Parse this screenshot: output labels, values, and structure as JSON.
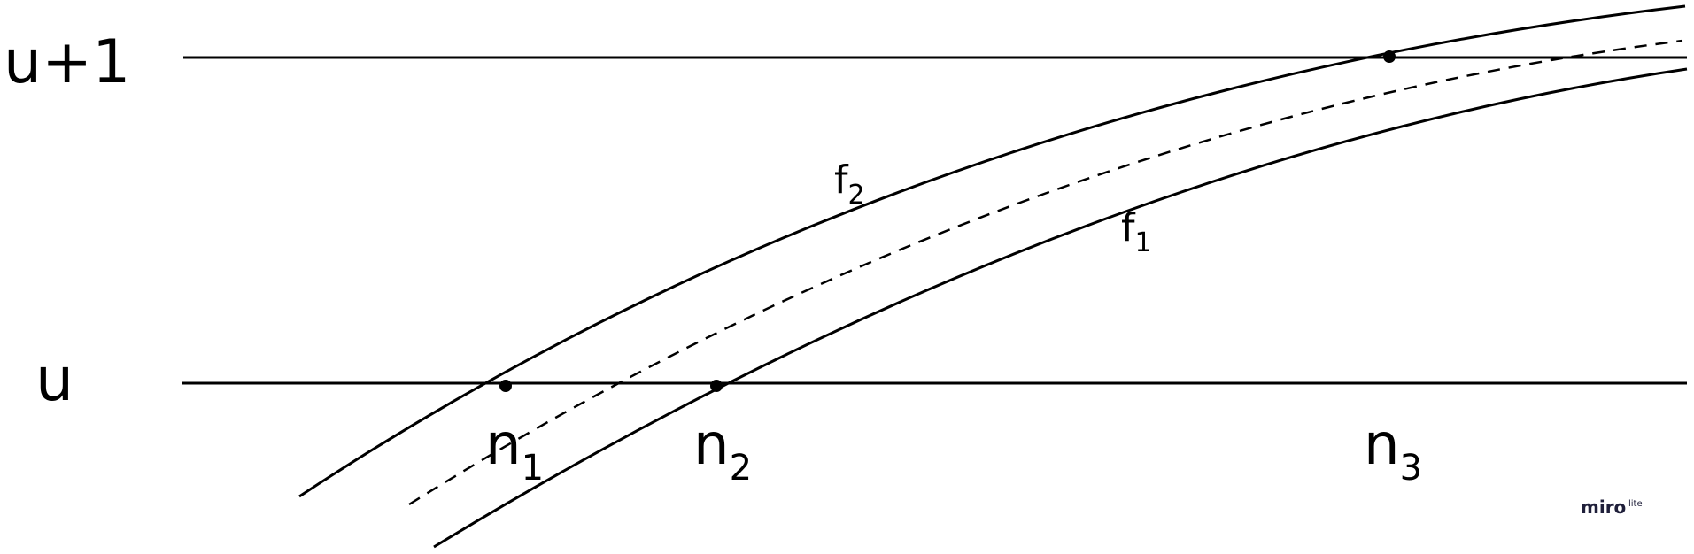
{
  "labels": {
    "upper_level": "u+1",
    "lower_level": "u"
  },
  "curves": [
    {
      "id": "f2",
      "name": "f",
      "subscript": "2",
      "style": "solid"
    },
    {
      "id": "f1",
      "name": "f",
      "subscript": "1",
      "style": "solid"
    },
    {
      "id": "mid",
      "style": "dashed"
    }
  ],
  "points": [
    {
      "id": "n1",
      "name": "n",
      "subscript": "1"
    },
    {
      "id": "n2",
      "name": "n",
      "subscript": "2"
    },
    {
      "id": "n3",
      "name": "n",
      "subscript": "3"
    }
  ],
  "watermark": {
    "main": "miro",
    "sub": "lite"
  },
  "colors": {
    "stroke": "#000000",
    "watermark": "#1f1f3a"
  }
}
